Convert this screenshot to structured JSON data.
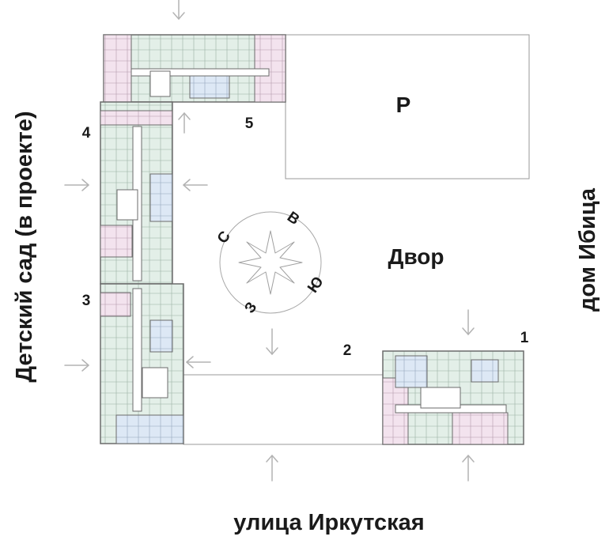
{
  "labels": {
    "kindergarten": "Детский сад (в проекте)",
    "neighbor_house": "дом Ибица",
    "street": "улица Иркутская",
    "courtyard": "Двор",
    "parking": "Р"
  },
  "sections": [
    "1",
    "2",
    "3",
    "4",
    "5"
  ],
  "compass": {
    "north": "С",
    "east": "В",
    "south": "Ю",
    "west": "З"
  },
  "colors": {
    "outline": "#8a8a8a",
    "wall": "#6b6b6b",
    "corridor": "#ffffff",
    "apartment_green": "#e3efe8",
    "apartment_pink": "#f3e3ee",
    "apartment_blue": "#dde8f5",
    "arrow": "#b3b3b3"
  }
}
